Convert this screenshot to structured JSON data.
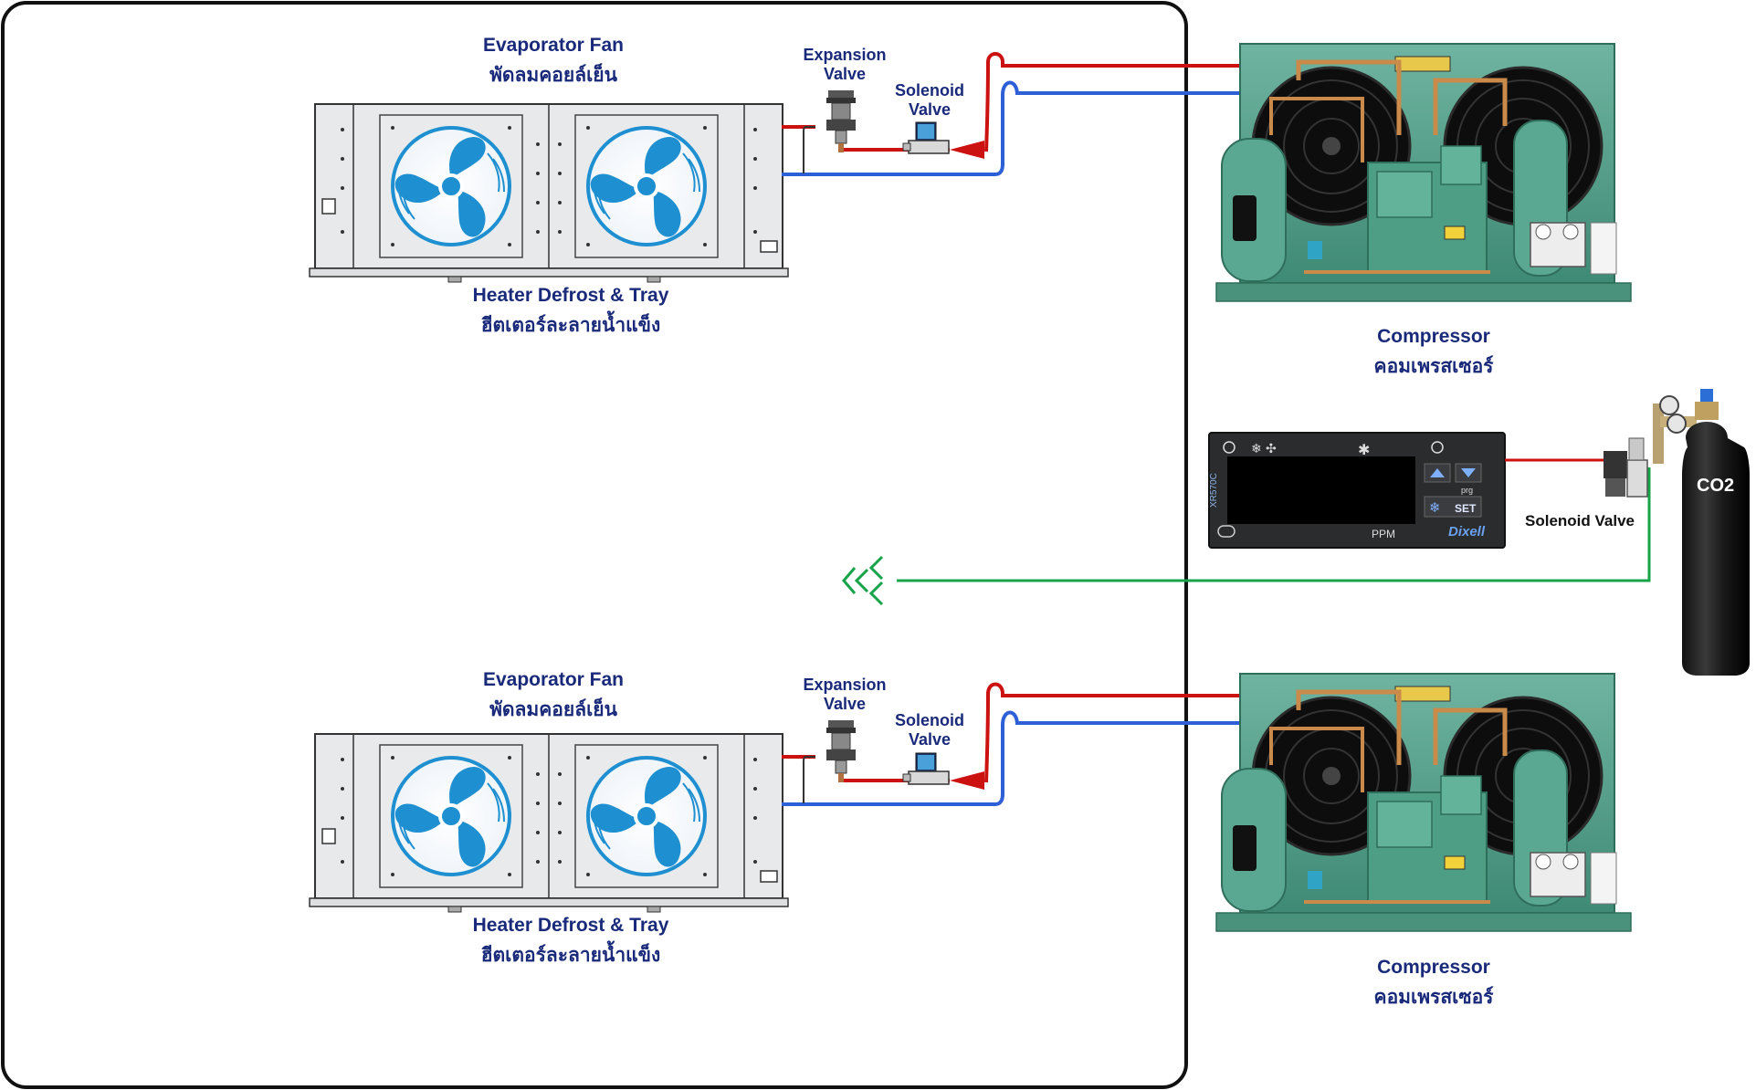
{
  "top_unit": {
    "evaporator_en": "Evaporator Fan",
    "evaporator_th": "พัดลมคอยล์เย็น",
    "heater_en": "Heater Defrost & Tray",
    "heater_th": "ฮีตเตอร์ละลายน้ำแข็ง",
    "expansion_line1": "Expansion",
    "expansion_line2": "Valve",
    "solenoid_line1": "Solenoid",
    "solenoid_line2": "Valve",
    "compressor_en": "Compressor",
    "compressor_th": "คอมเพรสเซอร์"
  },
  "bottom_unit": {
    "evaporator_en": "Evaporator Fan",
    "evaporator_th": "พัดลมคอยล์เย็น",
    "heater_en": "Heater Defrost & Tray",
    "heater_th": "ฮีตเตอร์ละลายน้ำแข็ง",
    "expansion_line1": "Expansion",
    "expansion_line2": "Valve",
    "solenoid_line1": "Solenoid",
    "solenoid_line2": "Valve",
    "compressor_en": "Compressor",
    "compressor_th": "คอมเพรสเซอร์"
  },
  "controller": {
    "model": "XR570C",
    "unit": "PPM",
    "set_label": "SET",
    "prg_label": "prg",
    "brand": "Dixell"
  },
  "co2_system": {
    "solenoid_label": "Solenoid Valve",
    "cylinder_label": "CO2"
  },
  "colors": {
    "liquid_line": "#cc1111",
    "suction_line": "#2d5fd6",
    "co2_line": "#16a34a",
    "label_text": "#1a2a7a",
    "fan_blue": "#1e8fd0",
    "unit_green": "#4f9a85",
    "room_border": "#111111"
  }
}
